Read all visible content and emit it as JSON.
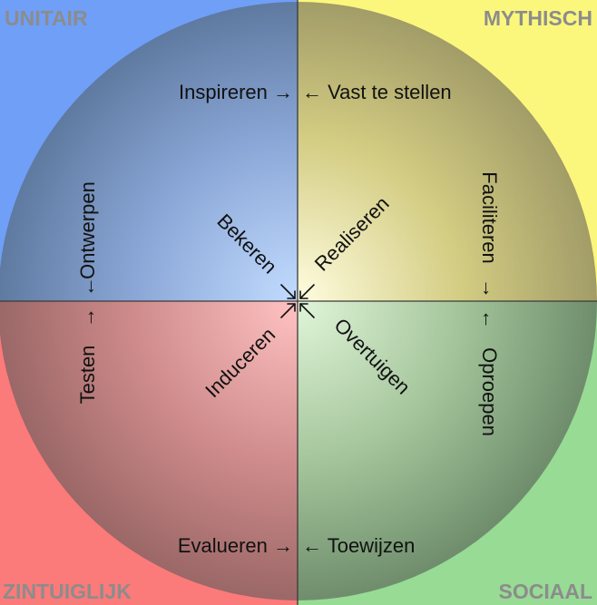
{
  "corners": {
    "top_left": "UNITAIR",
    "top_right": "MYTHISCH",
    "bottom_left": "ZINTUIGLIJK",
    "bottom_right": "SOCIAAL"
  },
  "labels": {
    "top_left_h": "Inspireren →",
    "top_right_h": "← Vast te stellen",
    "bottom_left_h": "Evalueren →",
    "bottom_right_h": "← Toewijzen",
    "left_upper_v": "Ontwerpen",
    "left_lower_v": "Testen",
    "right_upper_v": "Faciliteren",
    "right_lower_v": "Oproepen",
    "diag_tl": "Bekeren",
    "diag_tr": "Realiseren",
    "diag_bl": "Induceren",
    "diag_br": "Overtuigen"
  },
  "colors": {
    "quadrant_top_left": "#6f9ff7",
    "quadrant_top_right": "#fbf77c",
    "quadrant_bottom_left": "#fb7a7a",
    "quadrant_bottom_right": "#97db95",
    "axis": "#3a3a3a",
    "corner_text": "#8c8c8c"
  }
}
